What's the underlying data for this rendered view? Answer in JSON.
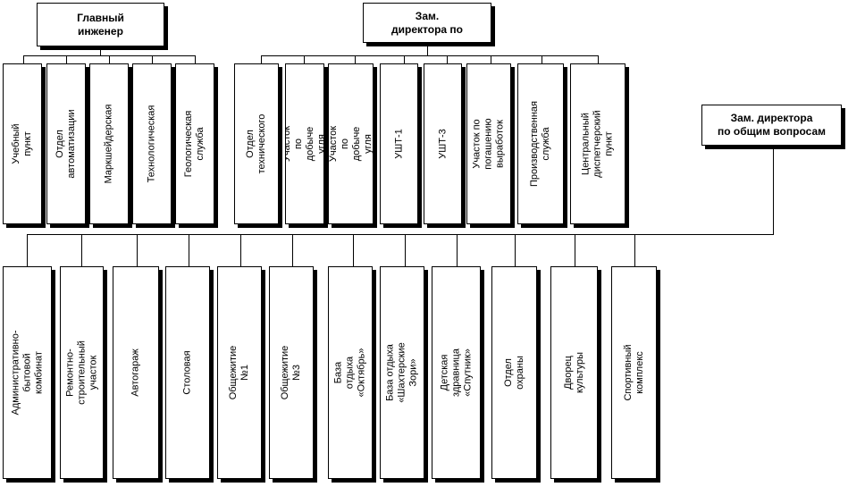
{
  "heads": {
    "chief_engineer": "Главный\nинженер",
    "deputy_director": "Зам.\nдиректора по",
    "deputy_general": "Зам. директора\nпо общим вопросам"
  },
  "row1": [
    "Учебный пункт",
    "Отдел автоматизации",
    "Маркшейдерская",
    "Технологическая",
    "Геологическая служба",
    "Отдел\nтехнического",
    "Участок по добыче угля",
    "Участок по добыче угля",
    "УШТ-1",
    "УШТ-3",
    "Участок по погашению\nвыработок",
    "Производственная\nслужба",
    "Центральный\nдиспетчерский пункт"
  ],
  "row2": [
    "Административно-бытовой\nкомбинат",
    "Ремонтно-строительный участок",
    "Автогараж",
    "Столовая",
    "Общежитие №1",
    "Общежитие №3",
    "База отдыха «Октябрь»",
    "База отдыха «Шахтерские Зори»",
    "Детская здравница «Спутник»",
    "Отдел охраны",
    "Дворец культуры",
    "Спортивный комплекс"
  ]
}
